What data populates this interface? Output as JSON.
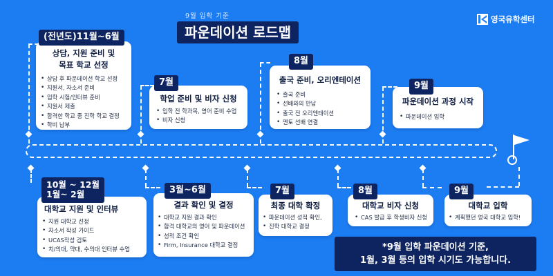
{
  "header": {
    "subtitle": "9월 입학 기준",
    "title": "파운데이션 로드맵",
    "brand": "영국유학센터"
  },
  "top_cards": [
    {
      "month": "(전년도)11월~6월",
      "title_lines": [
        "상담, 지원 준비 및",
        "목표 학교 선정"
      ],
      "items": [
        "상담 후 파운데이션 학교 선정",
        "지원서, 자소서 준비",
        "입학 시험/인터뷰 준비",
        "지원서 제출",
        "합격한 학교 중 진학 학교 결정",
        "학비 납부"
      ]
    },
    {
      "month": "7월",
      "title_lines": [
        "학업 준비 및 비자 신청"
      ],
      "items": [
        "입학 전 학과목, 영어 준비 수업",
        "비자 신청"
      ]
    },
    {
      "month": "8월",
      "title_lines": [
        "출국 준비, 오리엔테이션"
      ],
      "items": [
        "출국 준비",
        "선배와의 만남",
        "출국 전 오리엔테이션",
        "멘토 선배 연결"
      ]
    },
    {
      "month": "9월",
      "title_lines": [
        "파운데이션 과정 시작"
      ],
      "items": [
        "파운데이션 입학"
      ]
    }
  ],
  "bottom_cards": [
    {
      "month_lines": [
        "10월 ~ 12월",
        "1월~ 2월"
      ],
      "title_lines": [
        "대학교 지원 및 인터뷰"
      ],
      "items": [
        "지원 대학교 선정",
        "자소서 작성 가이드",
        "UCAS작성 검토",
        "치/의대, 약대, 수의대 인터뷰 수업"
      ]
    },
    {
      "month_lines": [
        "3월~6월"
      ],
      "title_lines": [
        "결과 확인 및 결정"
      ],
      "items": [
        "대학교 지원 결과 확인",
        "합격 대학교의 영어 및 파운데이션",
        "성적 조건 확인",
        "Firm, Insurance 대학교 결정"
      ]
    },
    {
      "month_lines": [
        "7월"
      ],
      "title_lines": [
        "최종 대학 확정"
      ],
      "items": [
        "파운데이션 성적 확인,",
        "진학 대학교 결정"
      ]
    },
    {
      "month_lines": [
        "8월"
      ],
      "title_lines": [
        "대학교 비자 신청"
      ],
      "items": [
        "CAS 발급 후 학생비자 신청"
      ]
    },
    {
      "month_lines": [
        "9월"
      ],
      "title_lines": [
        "대학교 입학"
      ],
      "items": [
        "계획했던 영국 대학교 입학!"
      ]
    }
  ],
  "footnote": {
    "lines": [
      "*9월 입학 파운데이션 기준,",
      "1월, 3월 등의 입학 시기도 가능합니다."
    ]
  },
  "colors": {
    "background": "#1c7cf2",
    "navy": "#0d2461",
    "card": "#ffffff",
    "line": "#ffffff"
  },
  "icons": {
    "brand_logo": "uk-logo-icon",
    "finish": "flag-icon"
  }
}
